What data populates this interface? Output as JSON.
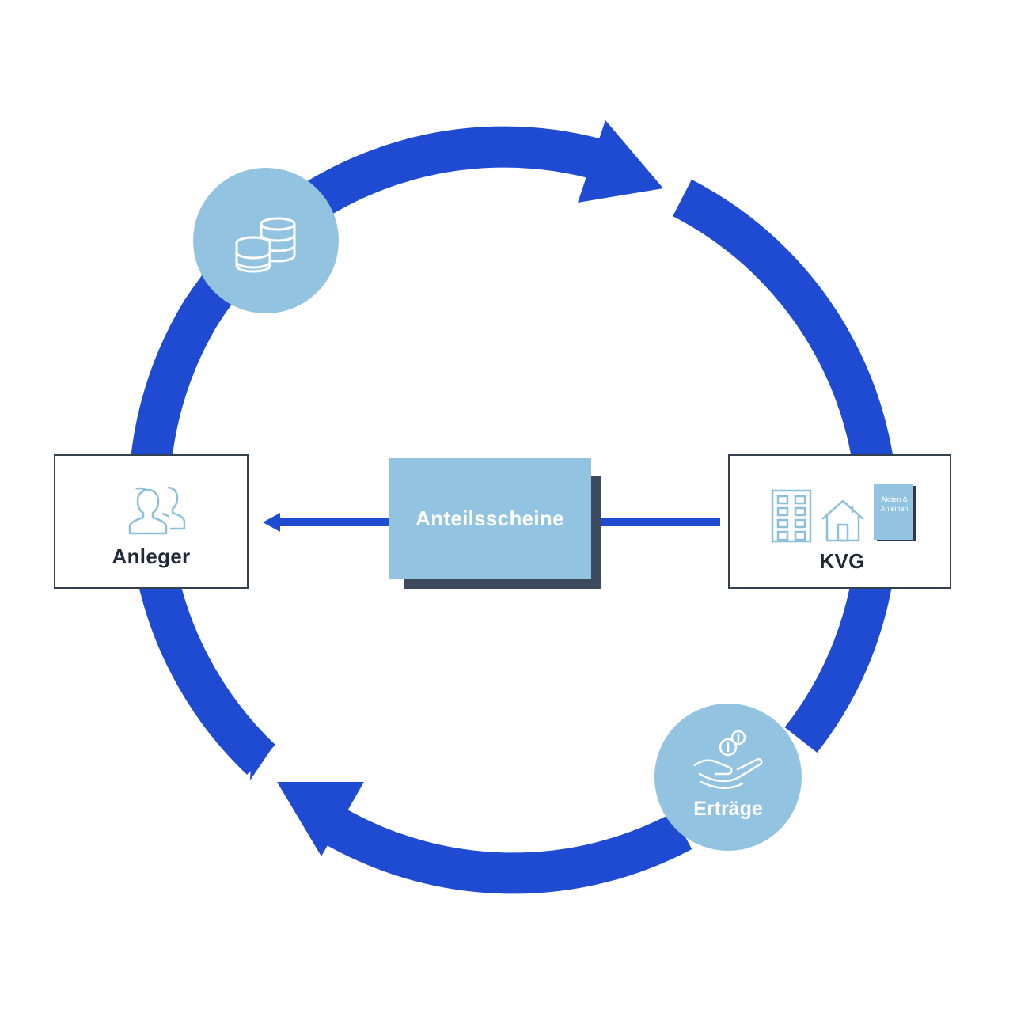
{
  "nodes": {
    "investor": {
      "label": "Anleger"
    },
    "kvg": {
      "label": "KVG",
      "book_label_line1": "Aktien &",
      "book_label_line2": "Anleihen"
    },
    "certificates": {
      "label": "Anteilsscheine"
    },
    "coins": {
      "label": ""
    },
    "returns": {
      "label": "Erträge"
    }
  },
  "colors": {
    "cycle_arrow": "#1f4bd2",
    "circle_fill": "#92c3e0",
    "icon_stroke": "#8cc0da",
    "box_border": "#33404f",
    "card_shadow": "#3d4a5e",
    "text_dark": "#1f2a36"
  },
  "icons": [
    "coins-stack-icon",
    "users-icon",
    "building-icon",
    "house-icon",
    "book-icon",
    "hand-coins-icon",
    "arrow-left-icon"
  ]
}
